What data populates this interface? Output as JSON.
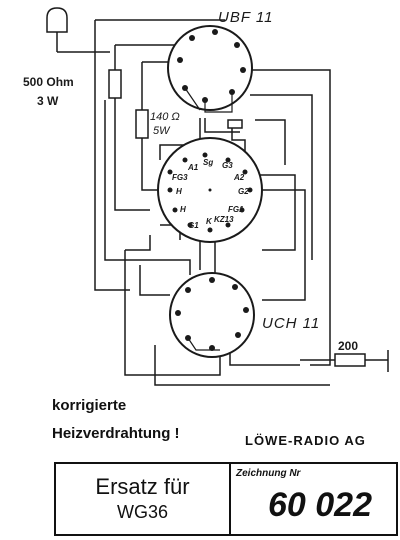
{
  "tubes": {
    "top": "UBF 11",
    "mid_pins": [
      "Sg",
      "G3",
      "A1",
      "FG3",
      "A2",
      "H",
      "G2",
      "FG1",
      "H",
      "G1",
      "K",
      "KZ13"
    ],
    "bottom": "UCH 11"
  },
  "resistors": {
    "r1_line1": "500 Ohm",
    "r1_line2": "3 W",
    "r2_line1": "140 Ω",
    "r2_line2": "5W",
    "r3_value": "200"
  },
  "note": {
    "line1": "korrigierte",
    "line2": "Heizverdrahtung !"
  },
  "maker": "LÖWE-RADIO  AG",
  "title_block": {
    "ersatz_line1": "Ersatz für",
    "ersatz_line2": "WG36",
    "drawing_label": "Zeichnung Nr",
    "drawing_number": "60 022"
  }
}
